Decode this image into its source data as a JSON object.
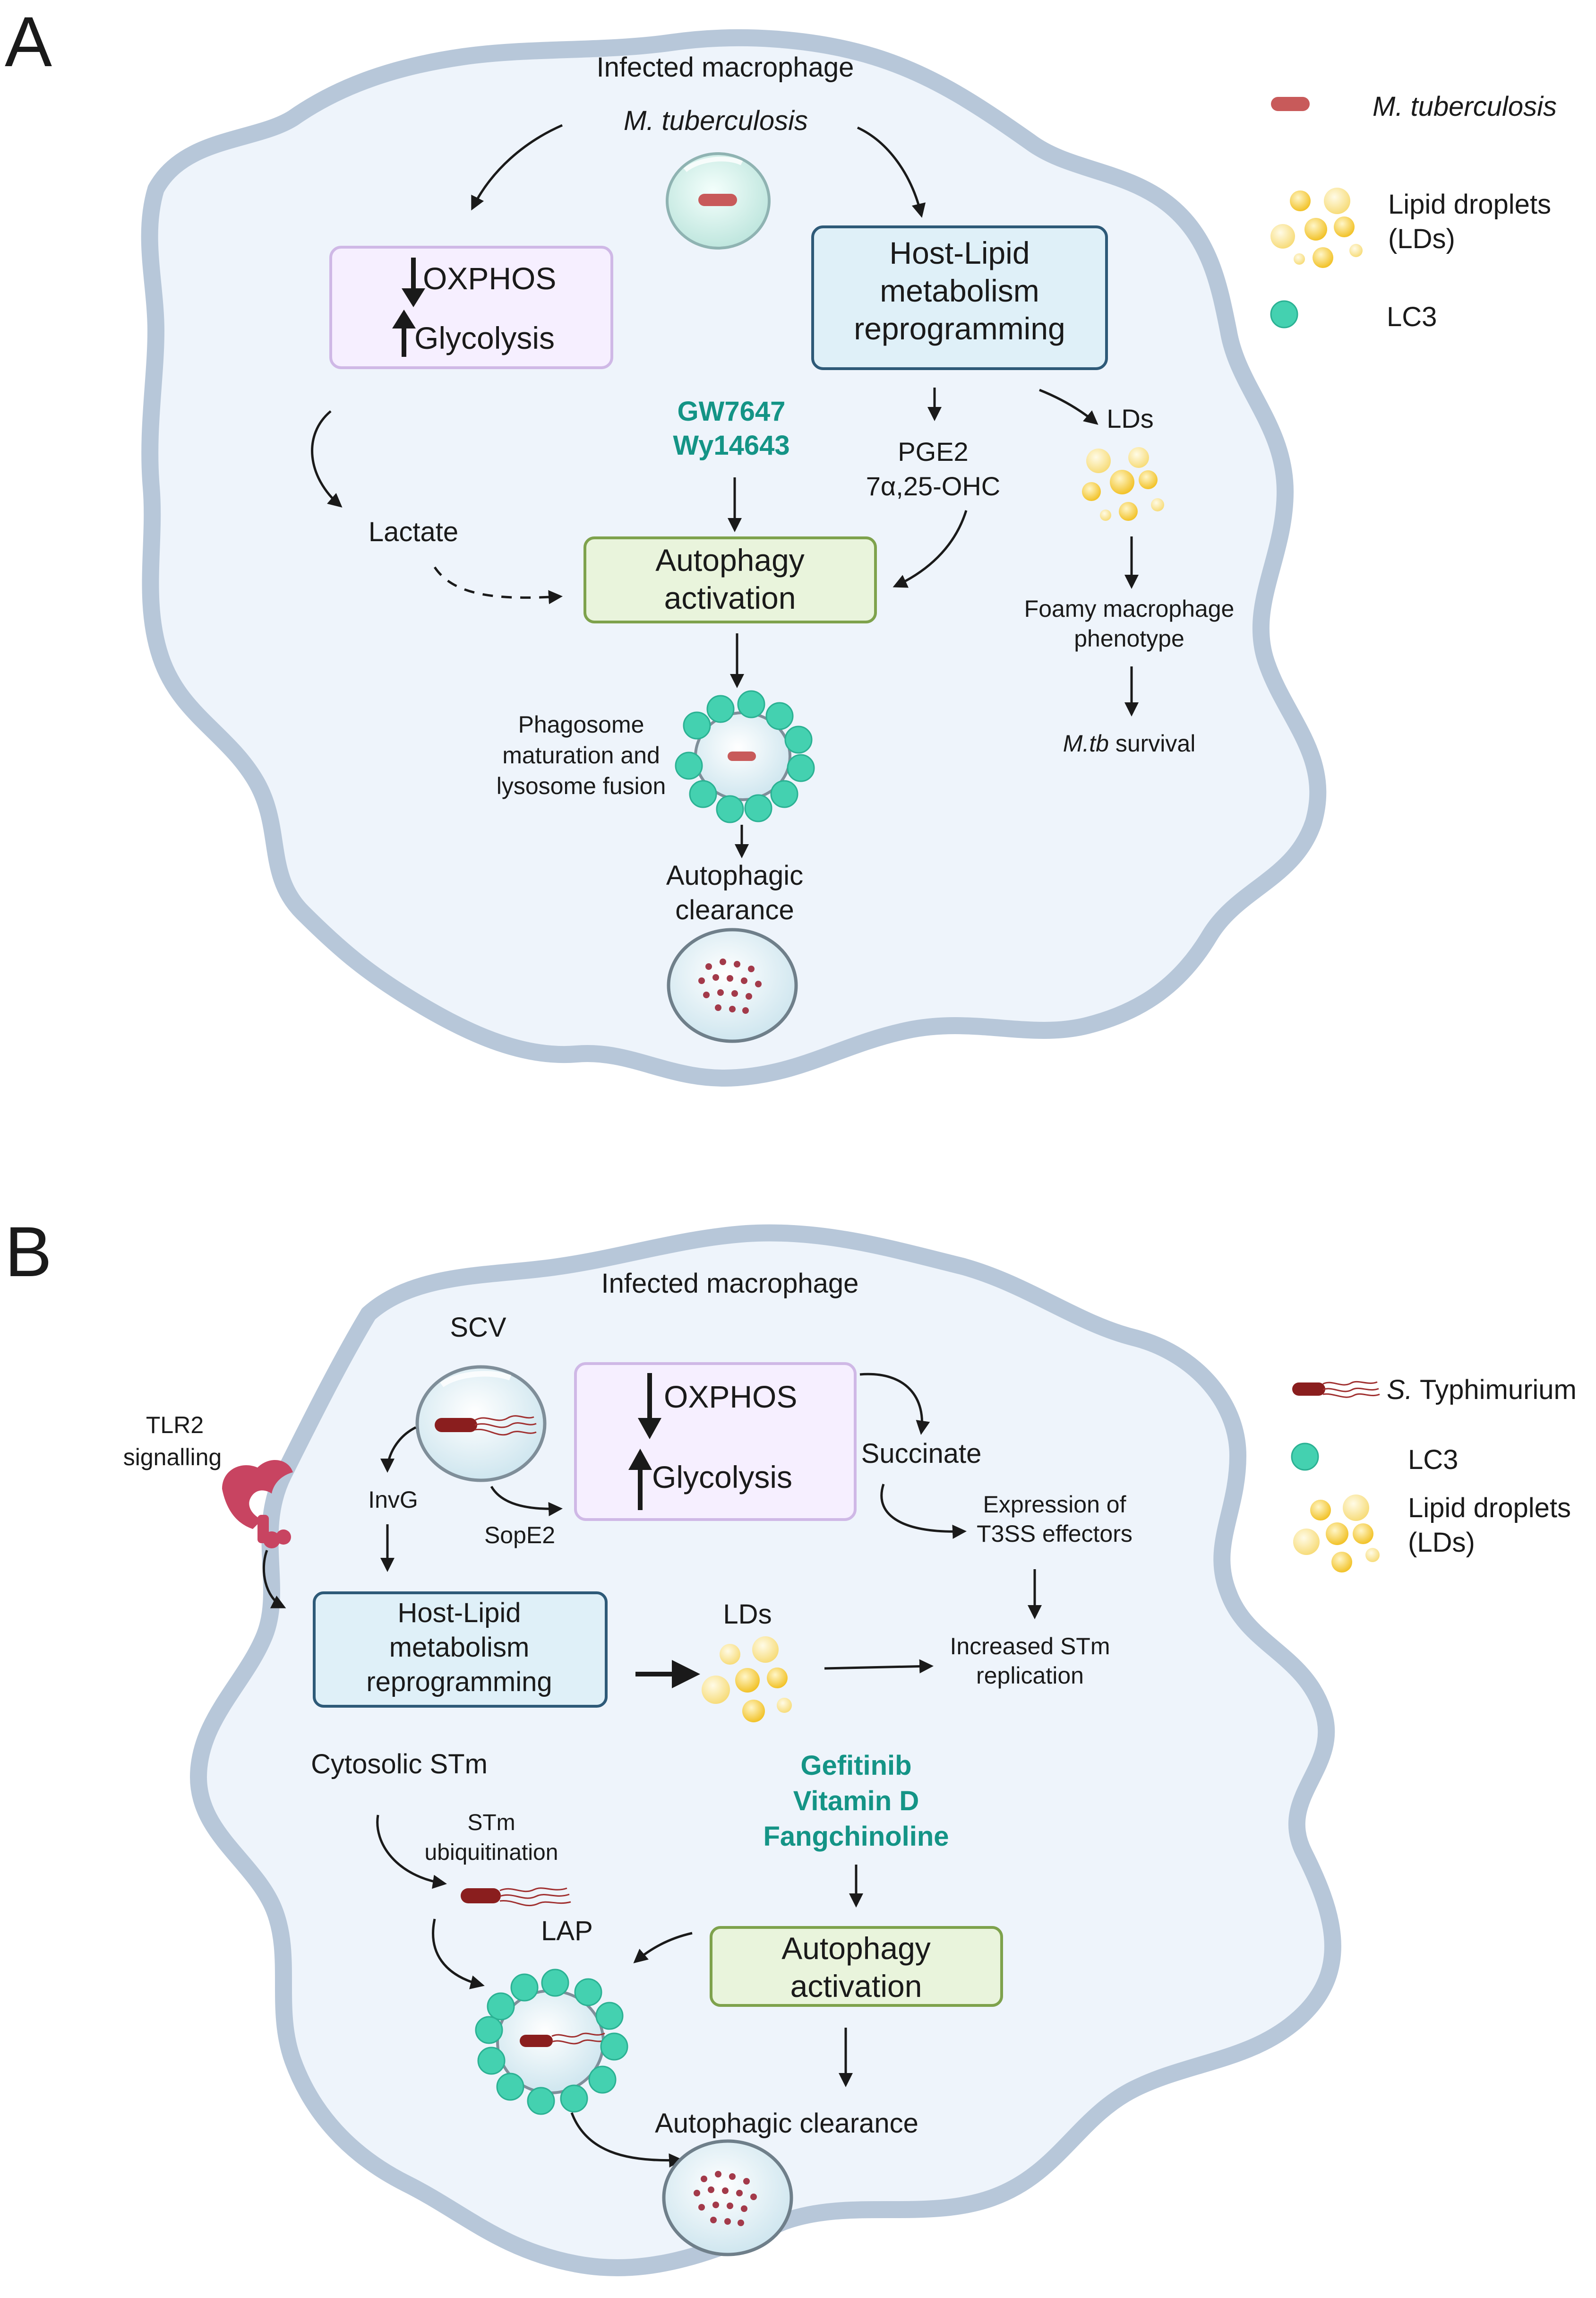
{
  "panel_a": {
    "letter": "A",
    "cell_title": "Infected macrophage",
    "pathogen": "M. tuberculosis",
    "oxphos": "OXPHOS",
    "glycolysis": "Glycolysis",
    "hostlipid": [
      "Host-Lipid",
      "metabolism",
      "reprogramming"
    ],
    "drugs": [
      "GW7647",
      "Wy14643"
    ],
    "pge2": "PGE2",
    "ohc": "7α,25-OHC",
    "lds": "LDs",
    "lactate": "Lactate",
    "autophagy": [
      "Autophagy",
      "activation"
    ],
    "foamy": [
      "Foamy macrophage",
      "phenotype"
    ],
    "mtb_it": "M.tb",
    "mtb_rest": " survival",
    "phago": [
      "Phagosome",
      "maturation and",
      "lysosome fusion"
    ],
    "clearance": [
      "Autophagic",
      "clearance"
    ],
    "legend": {
      "pathogen": "M. tuberculosis",
      "lipid": [
        "Lipid droplets",
        "(LDs)"
      ],
      "lc3": "LC3"
    }
  },
  "panel_b": {
    "letter": "B",
    "cell_title": "Infected macrophage",
    "scv": "SCV",
    "tlr2": [
      "TLR2",
      "signalling"
    ],
    "invg": "InvG",
    "sope2": "SopE2",
    "oxphos": "OXPHOS",
    "glycolysis": "Glycolysis",
    "succinate": "Succinate",
    "t3ss": [
      "Expression of",
      "T3SS effectors"
    ],
    "hostlipid": [
      "Host-Lipid",
      "metabolism",
      "reprogramming"
    ],
    "lds": "LDs",
    "increased": [
      "Increased STm",
      "replication"
    ],
    "cytosolic": "Cytosolic STm",
    "ubiq": [
      "STm",
      "ubiquitination"
    ],
    "drugs": [
      "Gefitinib",
      "Vitamin D",
      "Fangchinoline"
    ],
    "lap": "LAP",
    "autophagy": [
      "Autophagy",
      "activation"
    ],
    "clearance": "Autophagic clearance",
    "legend": {
      "pathogen_it": "S.",
      "pathogen_rest": " Typhimurium",
      "lc3": "LC3",
      "lipid": [
        "Lipid droplets",
        "(LDs)"
      ]
    }
  },
  "colors": {
    "cell_fill": "#eef4fb",
    "cell_border": "#b7c7d9",
    "oxphos_fill": "#f6efff",
    "oxphos_border": "#cfb8e6",
    "lipid_box_fill": "#dff0f8",
    "lipid_box_border": "#2e5a78",
    "autophagy_fill": "#e9f4dc",
    "autophagy_border": "#7ea24c",
    "lc3": "#44d1b0",
    "lipid": "#f7cc3a",
    "drug_text": "#149486",
    "bacterium": "#c85a5a",
    "salmonella": "#8a1e1e"
  }
}
